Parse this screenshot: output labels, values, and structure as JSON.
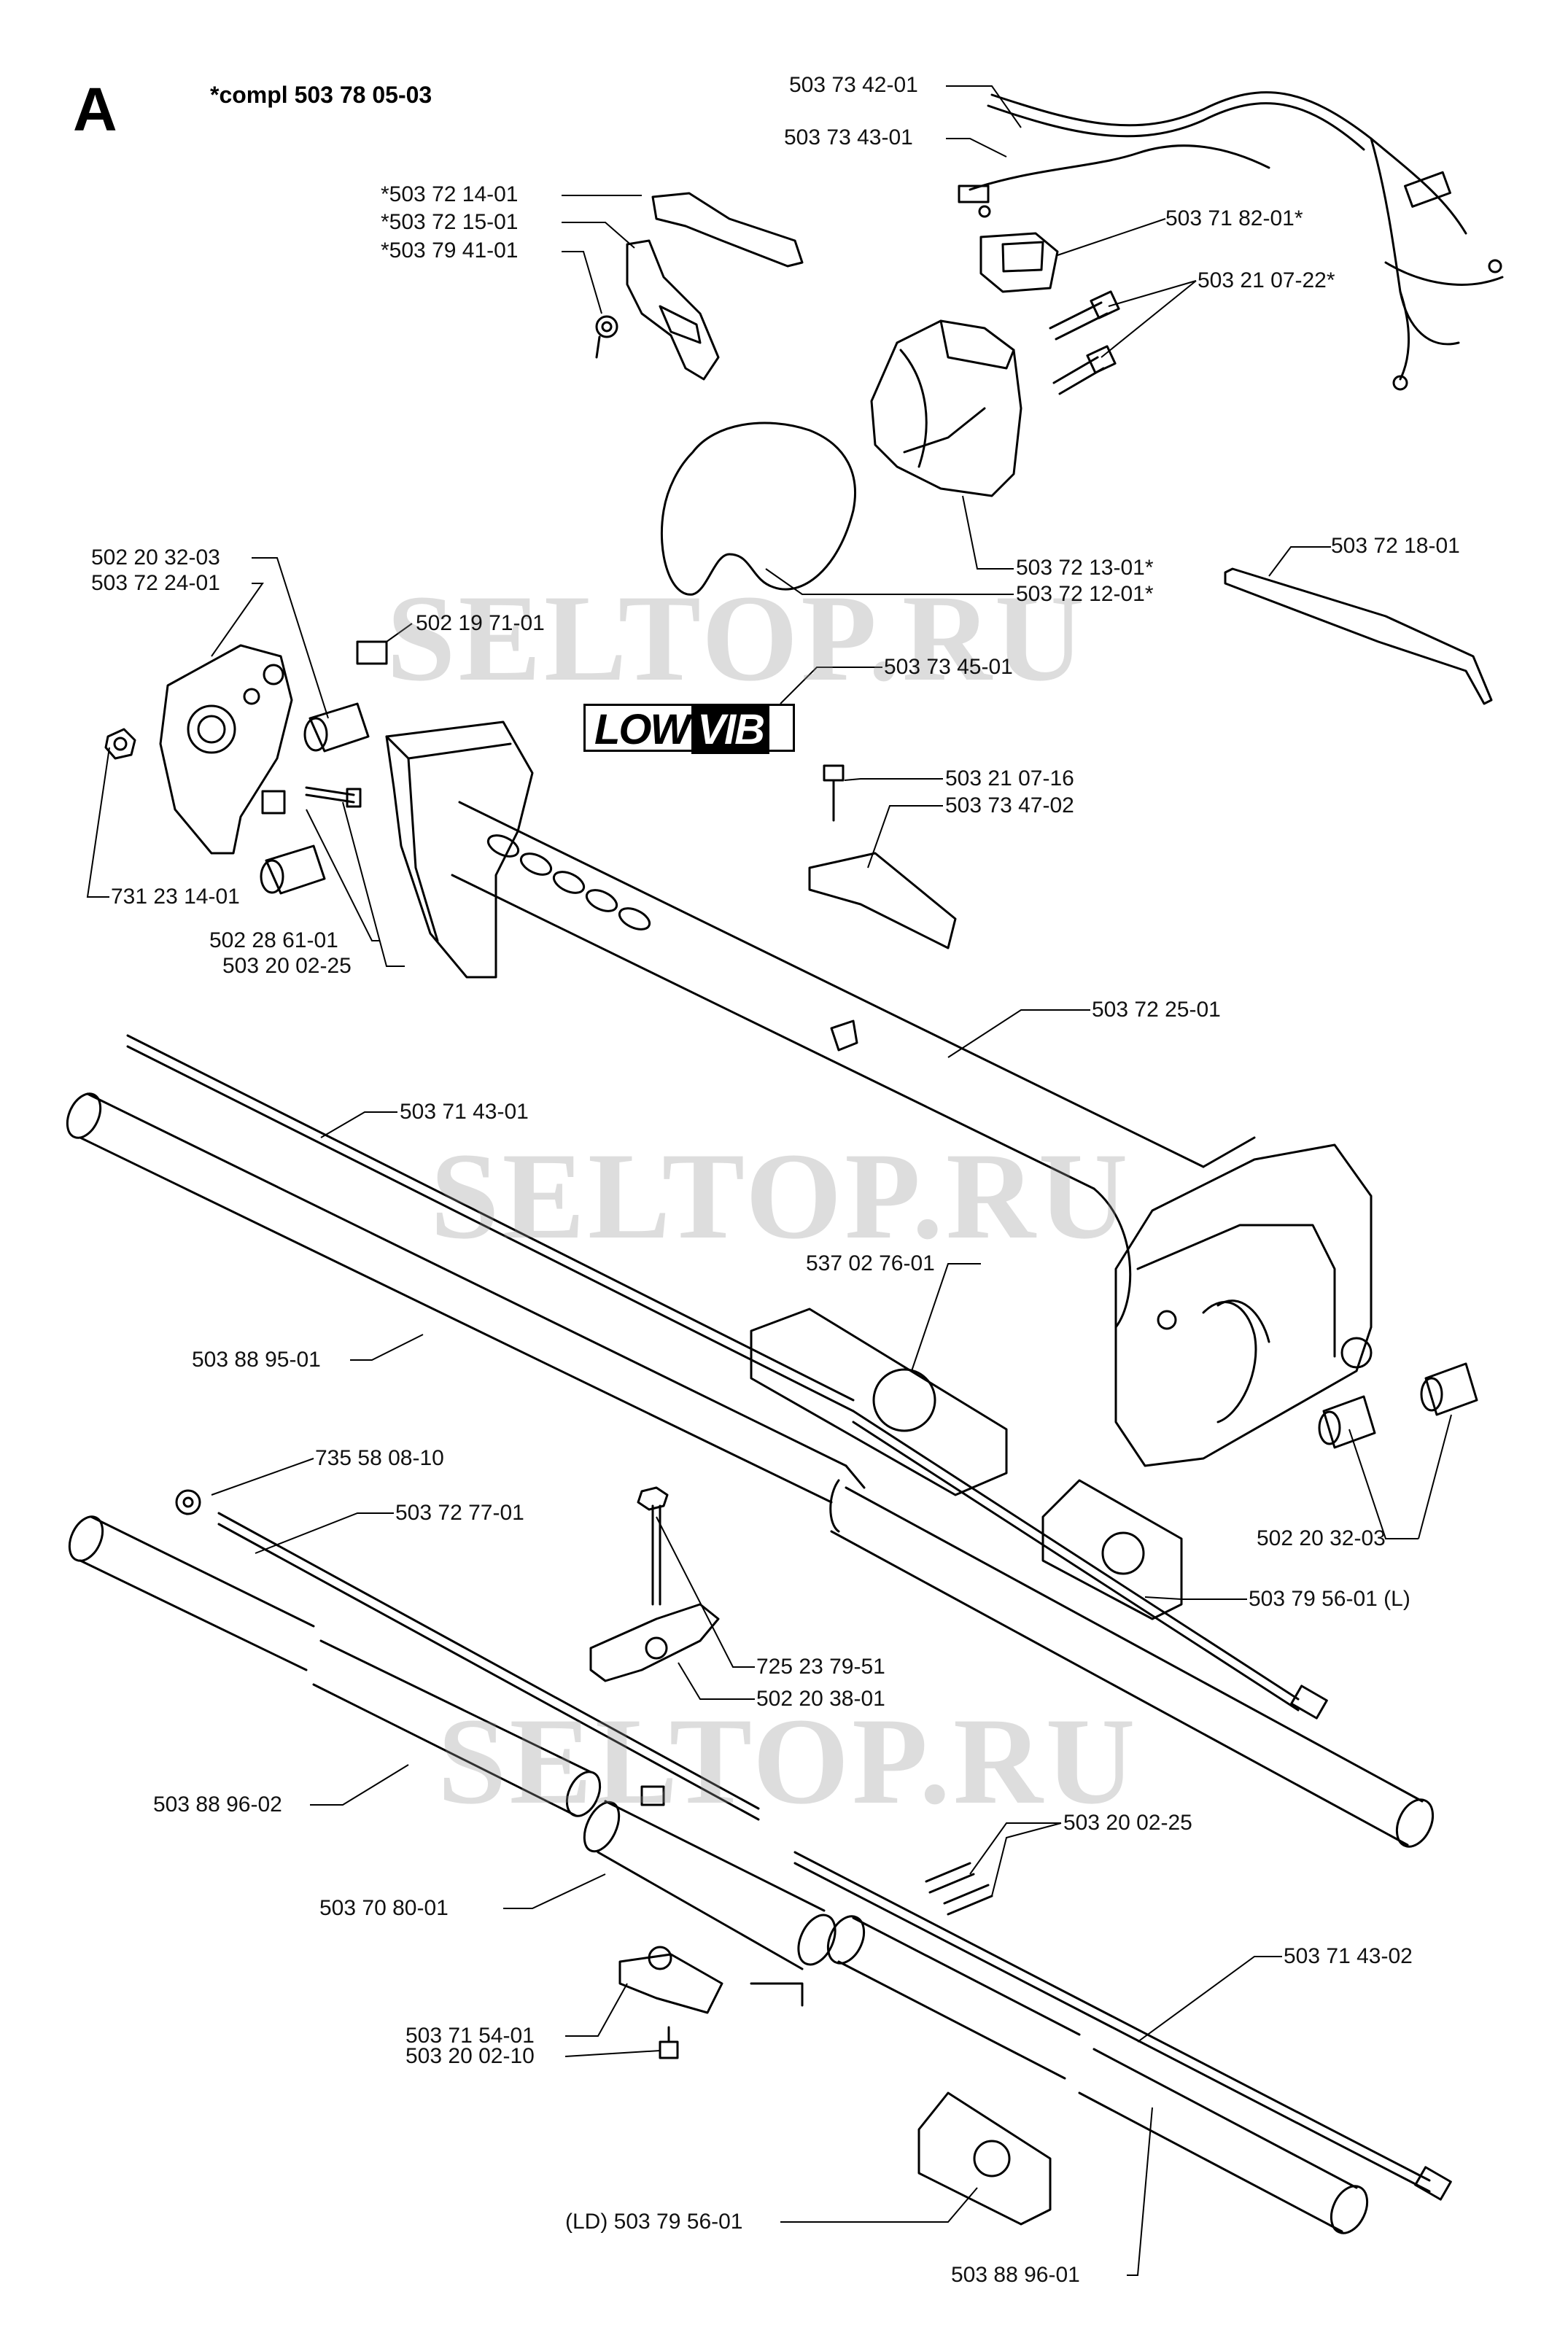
{
  "section_letter": "A",
  "assembly_note": "*compl 503 78 05-03",
  "watermark": "SELTOP.RU",
  "logo": {
    "part1": "LOW",
    "part2": "VIB"
  },
  "labels": {
    "p503734201": "503 73 42-01",
    "p503734301": "503 73 43-01",
    "p503721401": "*503 72 14-01",
    "p503721501": "*503 72 15-01",
    "p503794101": "*503 79 41-01",
    "p503718201": "503 71 82-01*",
    "p503210722": "503 21 07-22*",
    "p503721301": "503 72 13-01*",
    "p503721201": "503 72 12-01*",
    "p503721801": "503 72 18-01",
    "p502203203a": "502 20 32-03",
    "p503722401": "503 72 24-01",
    "p502197101": "502 19 71-01",
    "p503734501": "503 73 45-01",
    "p503210716": "503 21 07-16",
    "p503734702": "503 73 47-02",
    "p731231401": "731 23 14-01",
    "p502286101": "502 28 61-01",
    "p503200225a": "503 20 02-25",
    "p503722501": "503 72 25-01",
    "p503714301": "503 71 43-01",
    "p537027601": "537 02 76-01",
    "p503889501": "503 88 95-01",
    "p735580810": "735 58 08-10",
    "p503727701": "503 72 77-01",
    "p502203203b": "502 20 32-03",
    "p503795601L": "503 79 56-01 (L)",
    "p725237951": "725 23 79-51",
    "p502203801": "502 20 38-01",
    "p503889602": "503 88 96-02",
    "p503200225b": "503 20 02-25",
    "p503708001": "503 70 80-01",
    "p503714302": "503 71 43-02",
    "p503715401": "503 71 54-01",
    "p503200210": "503 20 02-10",
    "p503795601LD": "(LD) 503 79 56-01",
    "p503889601": "503 88 96-01"
  }
}
